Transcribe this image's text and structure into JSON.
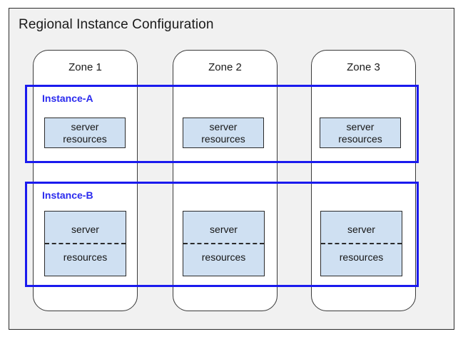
{
  "diagram": {
    "title": "Regional Instance Configuration",
    "background_color": "#f1f1f1",
    "frame_border_color": "#2b2b2b",
    "accent_color": "#1a1aee",
    "resource_fill_color": "#cfe0f2"
  },
  "zones": [
    {
      "label": "Zone 1"
    },
    {
      "label": "Zone 2"
    },
    {
      "label": "Zone 3"
    }
  ],
  "instances": [
    {
      "label": "Instance-A",
      "split": false,
      "resources": [
        {
          "line1": "server",
          "line2": "resources"
        },
        {
          "line1": "server",
          "line2": "resources"
        },
        {
          "line1": "server",
          "line2": "resources"
        }
      ]
    },
    {
      "label": "Instance-B",
      "split": true,
      "resources": [
        {
          "line1": "server",
          "line2": "resources"
        },
        {
          "line1": "server",
          "line2": "resources"
        },
        {
          "line1": "server",
          "line2": "resources"
        }
      ]
    }
  ]
}
